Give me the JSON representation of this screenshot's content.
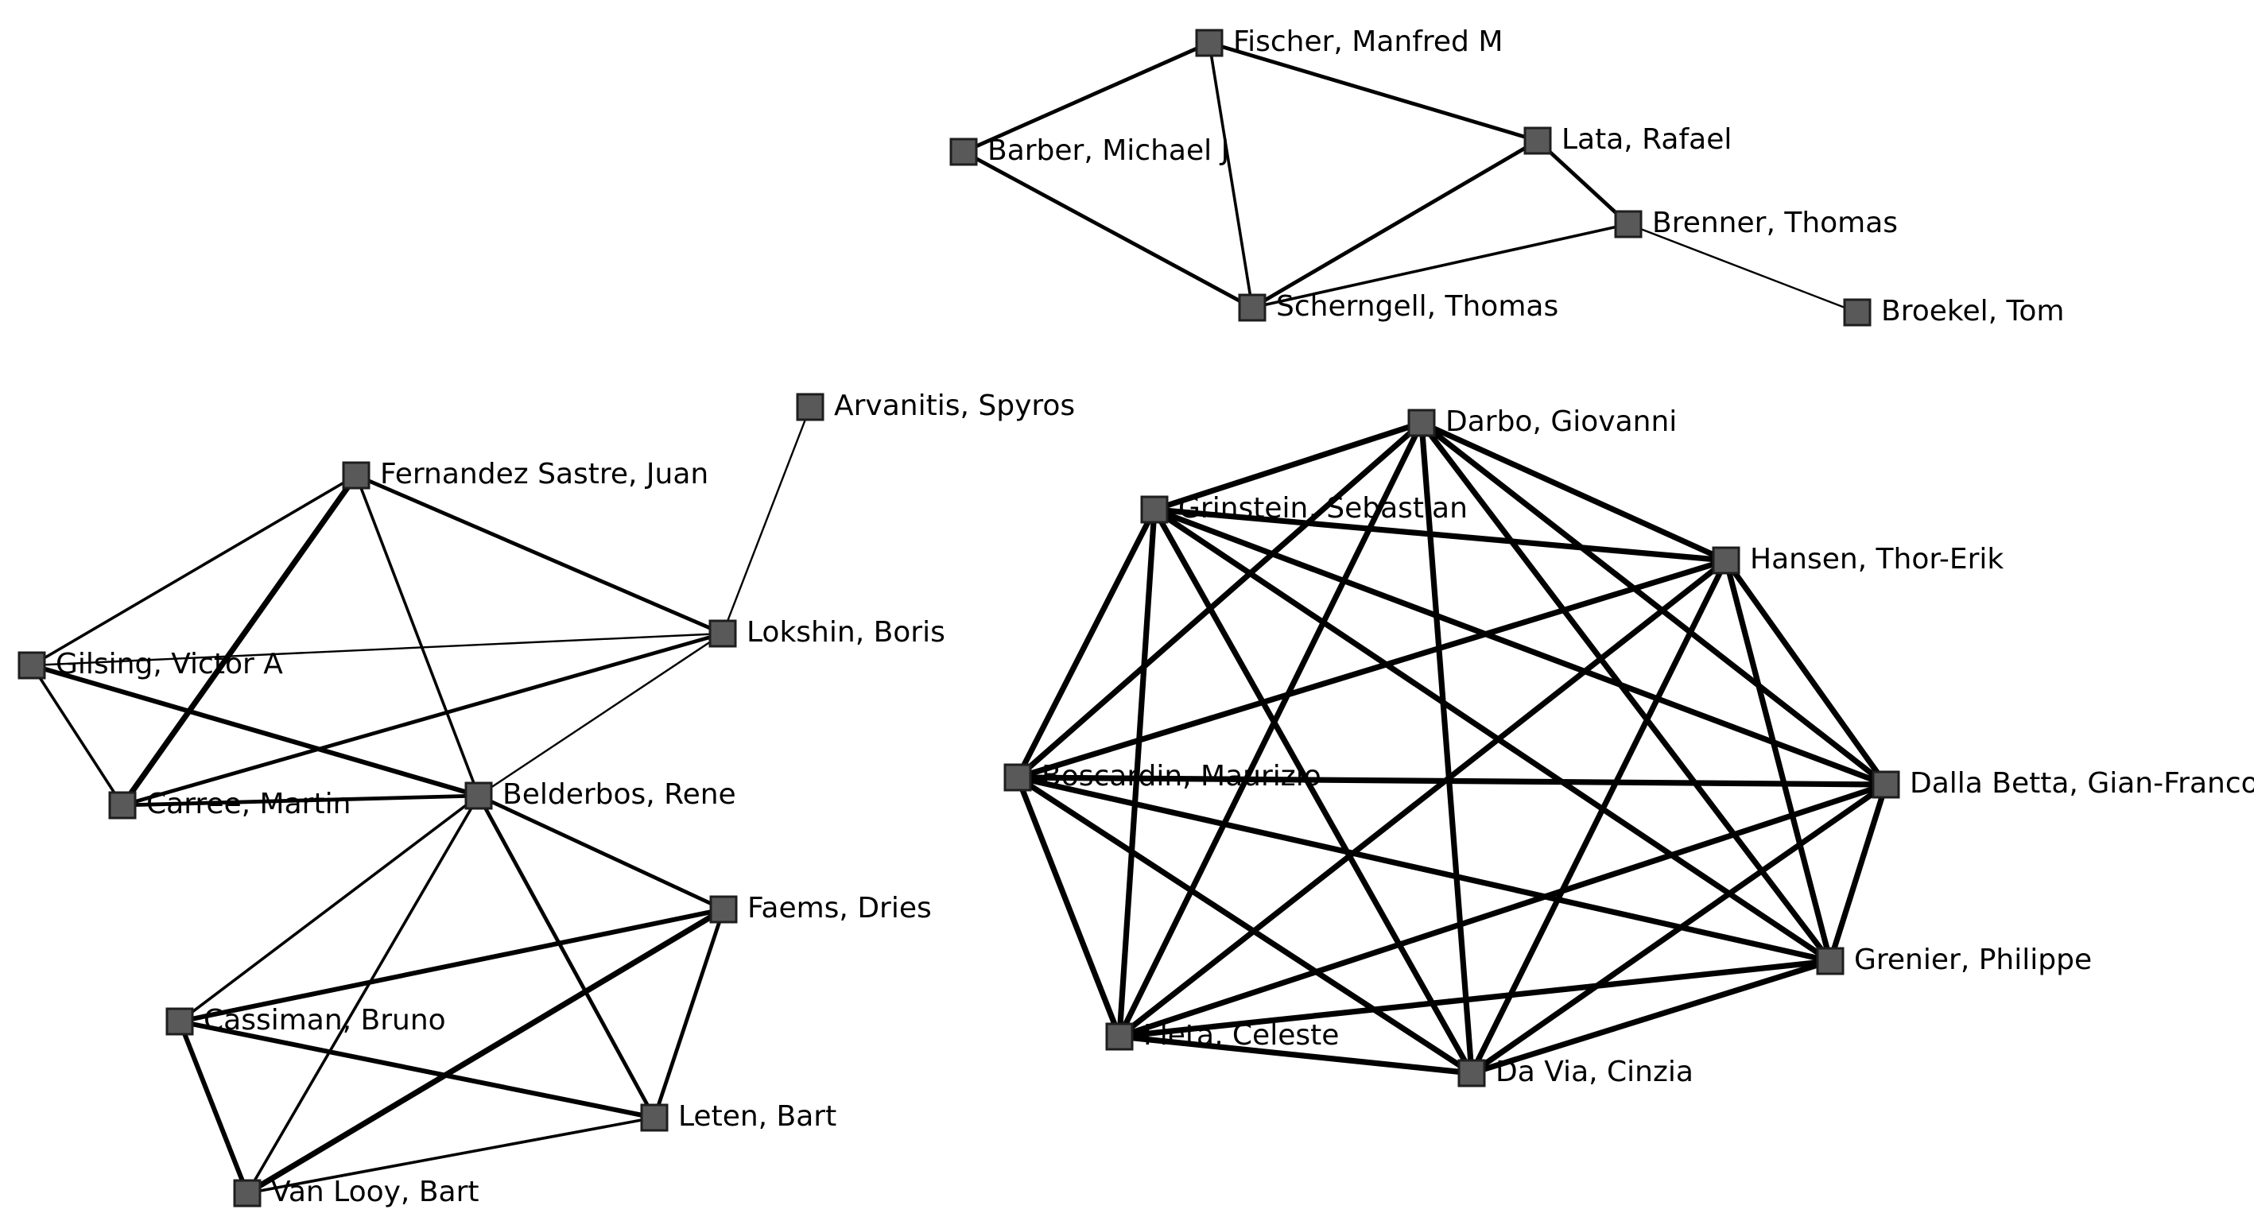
{
  "nodes": [
    {
      "id": "fischer",
      "label": "Fischer, Manfred M"
    },
    {
      "id": "barber",
      "label": "Barber, Michael J"
    },
    {
      "id": "lata",
      "label": "Lata, Rafael"
    },
    {
      "id": "brenner",
      "label": "Brenner, Thomas"
    },
    {
      "id": "scherngell",
      "label": "Scherngell, Thomas"
    },
    {
      "id": "broekel",
      "label": "Broekel, Tom"
    },
    {
      "id": "arvanitis",
      "label": "Arvanitis, Spyros"
    },
    {
      "id": "fernandez",
      "label": "Fernandez Sastre, Juan"
    },
    {
      "id": "lokshin",
      "label": "Lokshin, Boris"
    },
    {
      "id": "gilsing",
      "label": "Gilsing, Victor A"
    },
    {
      "id": "carree",
      "label": "Carree, Martin"
    },
    {
      "id": "belderbos",
      "label": "Belderbos, Rene"
    },
    {
      "id": "faems",
      "label": "Faems, Dries"
    },
    {
      "id": "cassiman",
      "label": "Cassiman, Bruno"
    },
    {
      "id": "leten",
      "label": "Leten, Bart"
    },
    {
      "id": "vanlooy",
      "label": "Van Looy, Bart"
    },
    {
      "id": "darbo",
      "label": "Darbo, Giovanni"
    },
    {
      "id": "grinstein",
      "label": "Grinstein, Sebastian"
    },
    {
      "id": "hansen",
      "label": "Hansen, Thor-Erik"
    },
    {
      "id": "boscardin",
      "label": "Boscardin, Maurizio"
    },
    {
      "id": "dallabetta",
      "label": "Dalla Betta, Gian-Franco"
    },
    {
      "id": "grenier",
      "label": "Grenier, Philippe"
    },
    {
      "id": "fleta",
      "label": "Fleta, Celeste"
    },
    {
      "id": "davia",
      "label": "Da Via, Cinzia"
    }
  ],
  "edges": [
    {
      "source": "fischer",
      "target": "barber",
      "weight": 2
    },
    {
      "source": "fischer",
      "target": "lata",
      "weight": 2
    },
    {
      "source": "fischer",
      "target": "scherngell",
      "weight": 1.5
    },
    {
      "source": "barber",
      "target": "scherngell",
      "weight": 2
    },
    {
      "source": "lata",
      "target": "scherngell",
      "weight": 2
    },
    {
      "source": "lata",
      "target": "brenner",
      "weight": 2
    },
    {
      "source": "brenner",
      "target": "scherngell",
      "weight": 1.5
    },
    {
      "source": "brenner",
      "target": "broekel",
      "weight": 1
    },
    {
      "source": "arvanitis",
      "target": "lokshin",
      "weight": 1
    },
    {
      "source": "fernandez",
      "target": "gilsing",
      "weight": 1.5
    },
    {
      "source": "fernandez",
      "target": "carree",
      "weight": 3
    },
    {
      "source": "fernandez",
      "target": "lokshin",
      "weight": 2
    },
    {
      "source": "fernandez",
      "target": "belderbos",
      "weight": 1.5
    },
    {
      "source": "gilsing",
      "target": "lokshin",
      "weight": 1
    },
    {
      "source": "gilsing",
      "target": "carree",
      "weight": 1.5
    },
    {
      "source": "gilsing",
      "target": "belderbos",
      "weight": 2.5
    },
    {
      "source": "carree",
      "target": "lokshin",
      "weight": 2
    },
    {
      "source": "carree",
      "target": "belderbos",
      "weight": 2
    },
    {
      "source": "lokshin",
      "target": "belderbos",
      "weight": 1
    },
    {
      "source": "belderbos",
      "target": "faems",
      "weight": 2
    },
    {
      "source": "belderbos",
      "target": "cassiman",
      "weight": 1.5
    },
    {
      "source": "belderbos",
      "target": "leten",
      "weight": 2
    },
    {
      "source": "belderbos",
      "target": "vanlooy",
      "weight": 1.5
    },
    {
      "source": "faems",
      "target": "cassiman",
      "weight": 2.5
    },
    {
      "source": "faems",
      "target": "leten",
      "weight": 2
    },
    {
      "source": "faems",
      "target": "vanlooy",
      "weight": 3
    },
    {
      "source": "cassiman",
      "target": "leten",
      "weight": 2.5
    },
    {
      "source": "cassiman",
      "target": "vanlooy",
      "weight": 2.5
    },
    {
      "source": "leten",
      "target": "vanlooy",
      "weight": 1.5
    },
    {
      "source": "darbo",
      "target": "grinstein",
      "weight": 3
    },
    {
      "source": "darbo",
      "target": "hansen",
      "weight": 3
    },
    {
      "source": "darbo",
      "target": "boscardin",
      "weight": 3
    },
    {
      "source": "darbo",
      "target": "dallabetta",
      "weight": 3
    },
    {
      "source": "darbo",
      "target": "grenier",
      "weight": 3
    },
    {
      "source": "darbo",
      "target": "fleta",
      "weight": 3
    },
    {
      "source": "darbo",
      "target": "davia",
      "weight": 3
    },
    {
      "source": "grinstein",
      "target": "hansen",
      "weight": 3
    },
    {
      "source": "grinstein",
      "target": "boscardin",
      "weight": 3
    },
    {
      "source": "grinstein",
      "target": "dallabetta",
      "weight": 3
    },
    {
      "source": "grinstein",
      "target": "grenier",
      "weight": 3
    },
    {
      "source": "grinstein",
      "target": "fleta",
      "weight": 3
    },
    {
      "source": "grinstein",
      "target": "davia",
      "weight": 3
    },
    {
      "source": "hansen",
      "target": "boscardin",
      "weight": 3
    },
    {
      "source": "hansen",
      "target": "dallabetta",
      "weight": 3
    },
    {
      "source": "hansen",
      "target": "grenier",
      "weight": 3
    },
    {
      "source": "hansen",
      "target": "fleta",
      "weight": 3
    },
    {
      "source": "hansen",
      "target": "davia",
      "weight": 3
    },
    {
      "source": "boscardin",
      "target": "dallabetta",
      "weight": 3
    },
    {
      "source": "boscardin",
      "target": "grenier",
      "weight": 3
    },
    {
      "source": "boscardin",
      "target": "fleta",
      "weight": 3
    },
    {
      "source": "boscardin",
      "target": "davia",
      "weight": 3
    },
    {
      "source": "dallabetta",
      "target": "grenier",
      "weight": 3
    },
    {
      "source": "dallabetta",
      "target": "fleta",
      "weight": 3
    },
    {
      "source": "dallabetta",
      "target": "davia",
      "weight": 3
    },
    {
      "source": "grenier",
      "target": "fleta",
      "weight": 3
    },
    {
      "source": "grenier",
      "target": "davia",
      "weight": 3
    },
    {
      "source": "fleta",
      "target": "davia",
      "weight": 3
    }
  ]
}
